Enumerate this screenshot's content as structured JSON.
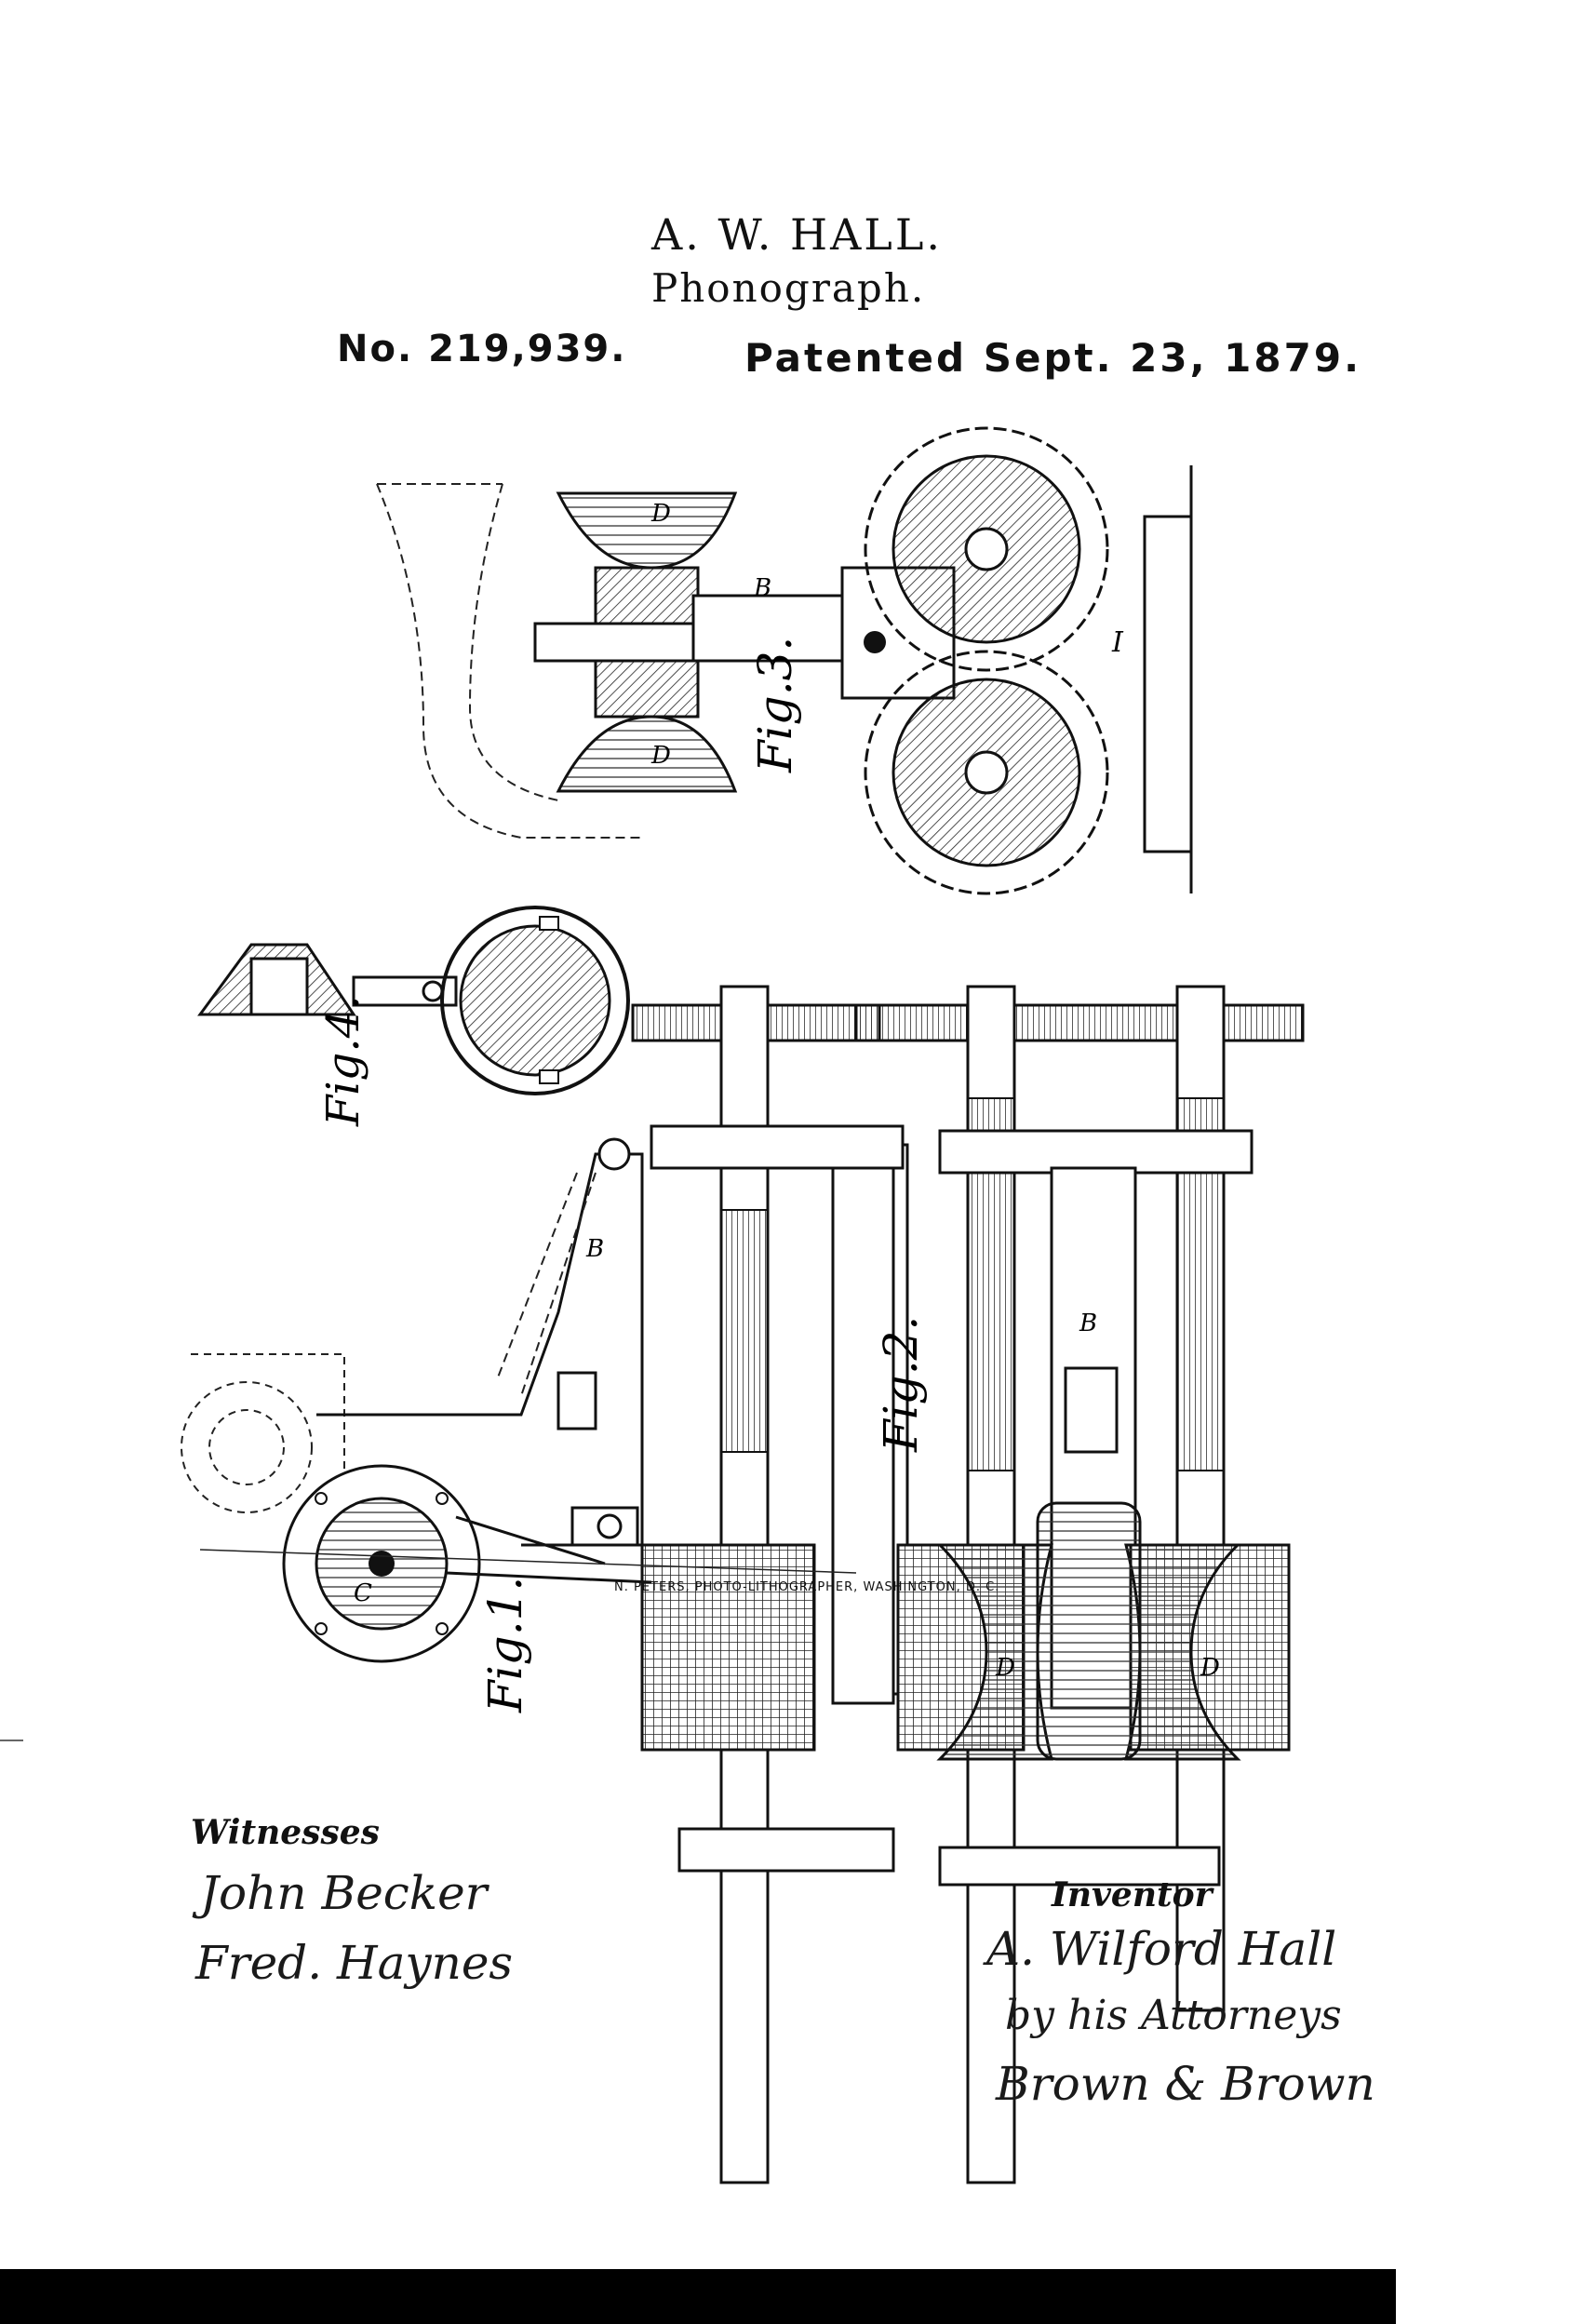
{
  "header": {
    "inventor": "A. W. HALL.",
    "title": "Phonograph.",
    "patent_number": "No. 219,939.",
    "patent_date": "Patented Sept. 23, 1879."
  },
  "figures": {
    "fig1": "Fig.1.",
    "fig2": "Fig.2.",
    "fig3": "Fig.3.",
    "fig4": "Fig.4."
  },
  "witnesses": {
    "heading": "Witnesses",
    "names": [
      "John Becker",
      "Fred. Haynes"
    ]
  },
  "inventor_block": {
    "heading": "Inventor",
    "signature": "A. Wilford Hall",
    "attorney_line": "by his Attorneys",
    "attorneys": "Brown & Brown"
  },
  "footer": {
    "printer": "N. PETERS, PHOTO-LITHOGRAPHER, WASHINGTON, D. C."
  },
  "colors": {
    "ink": "#111111",
    "paper": "#ffffff"
  }
}
